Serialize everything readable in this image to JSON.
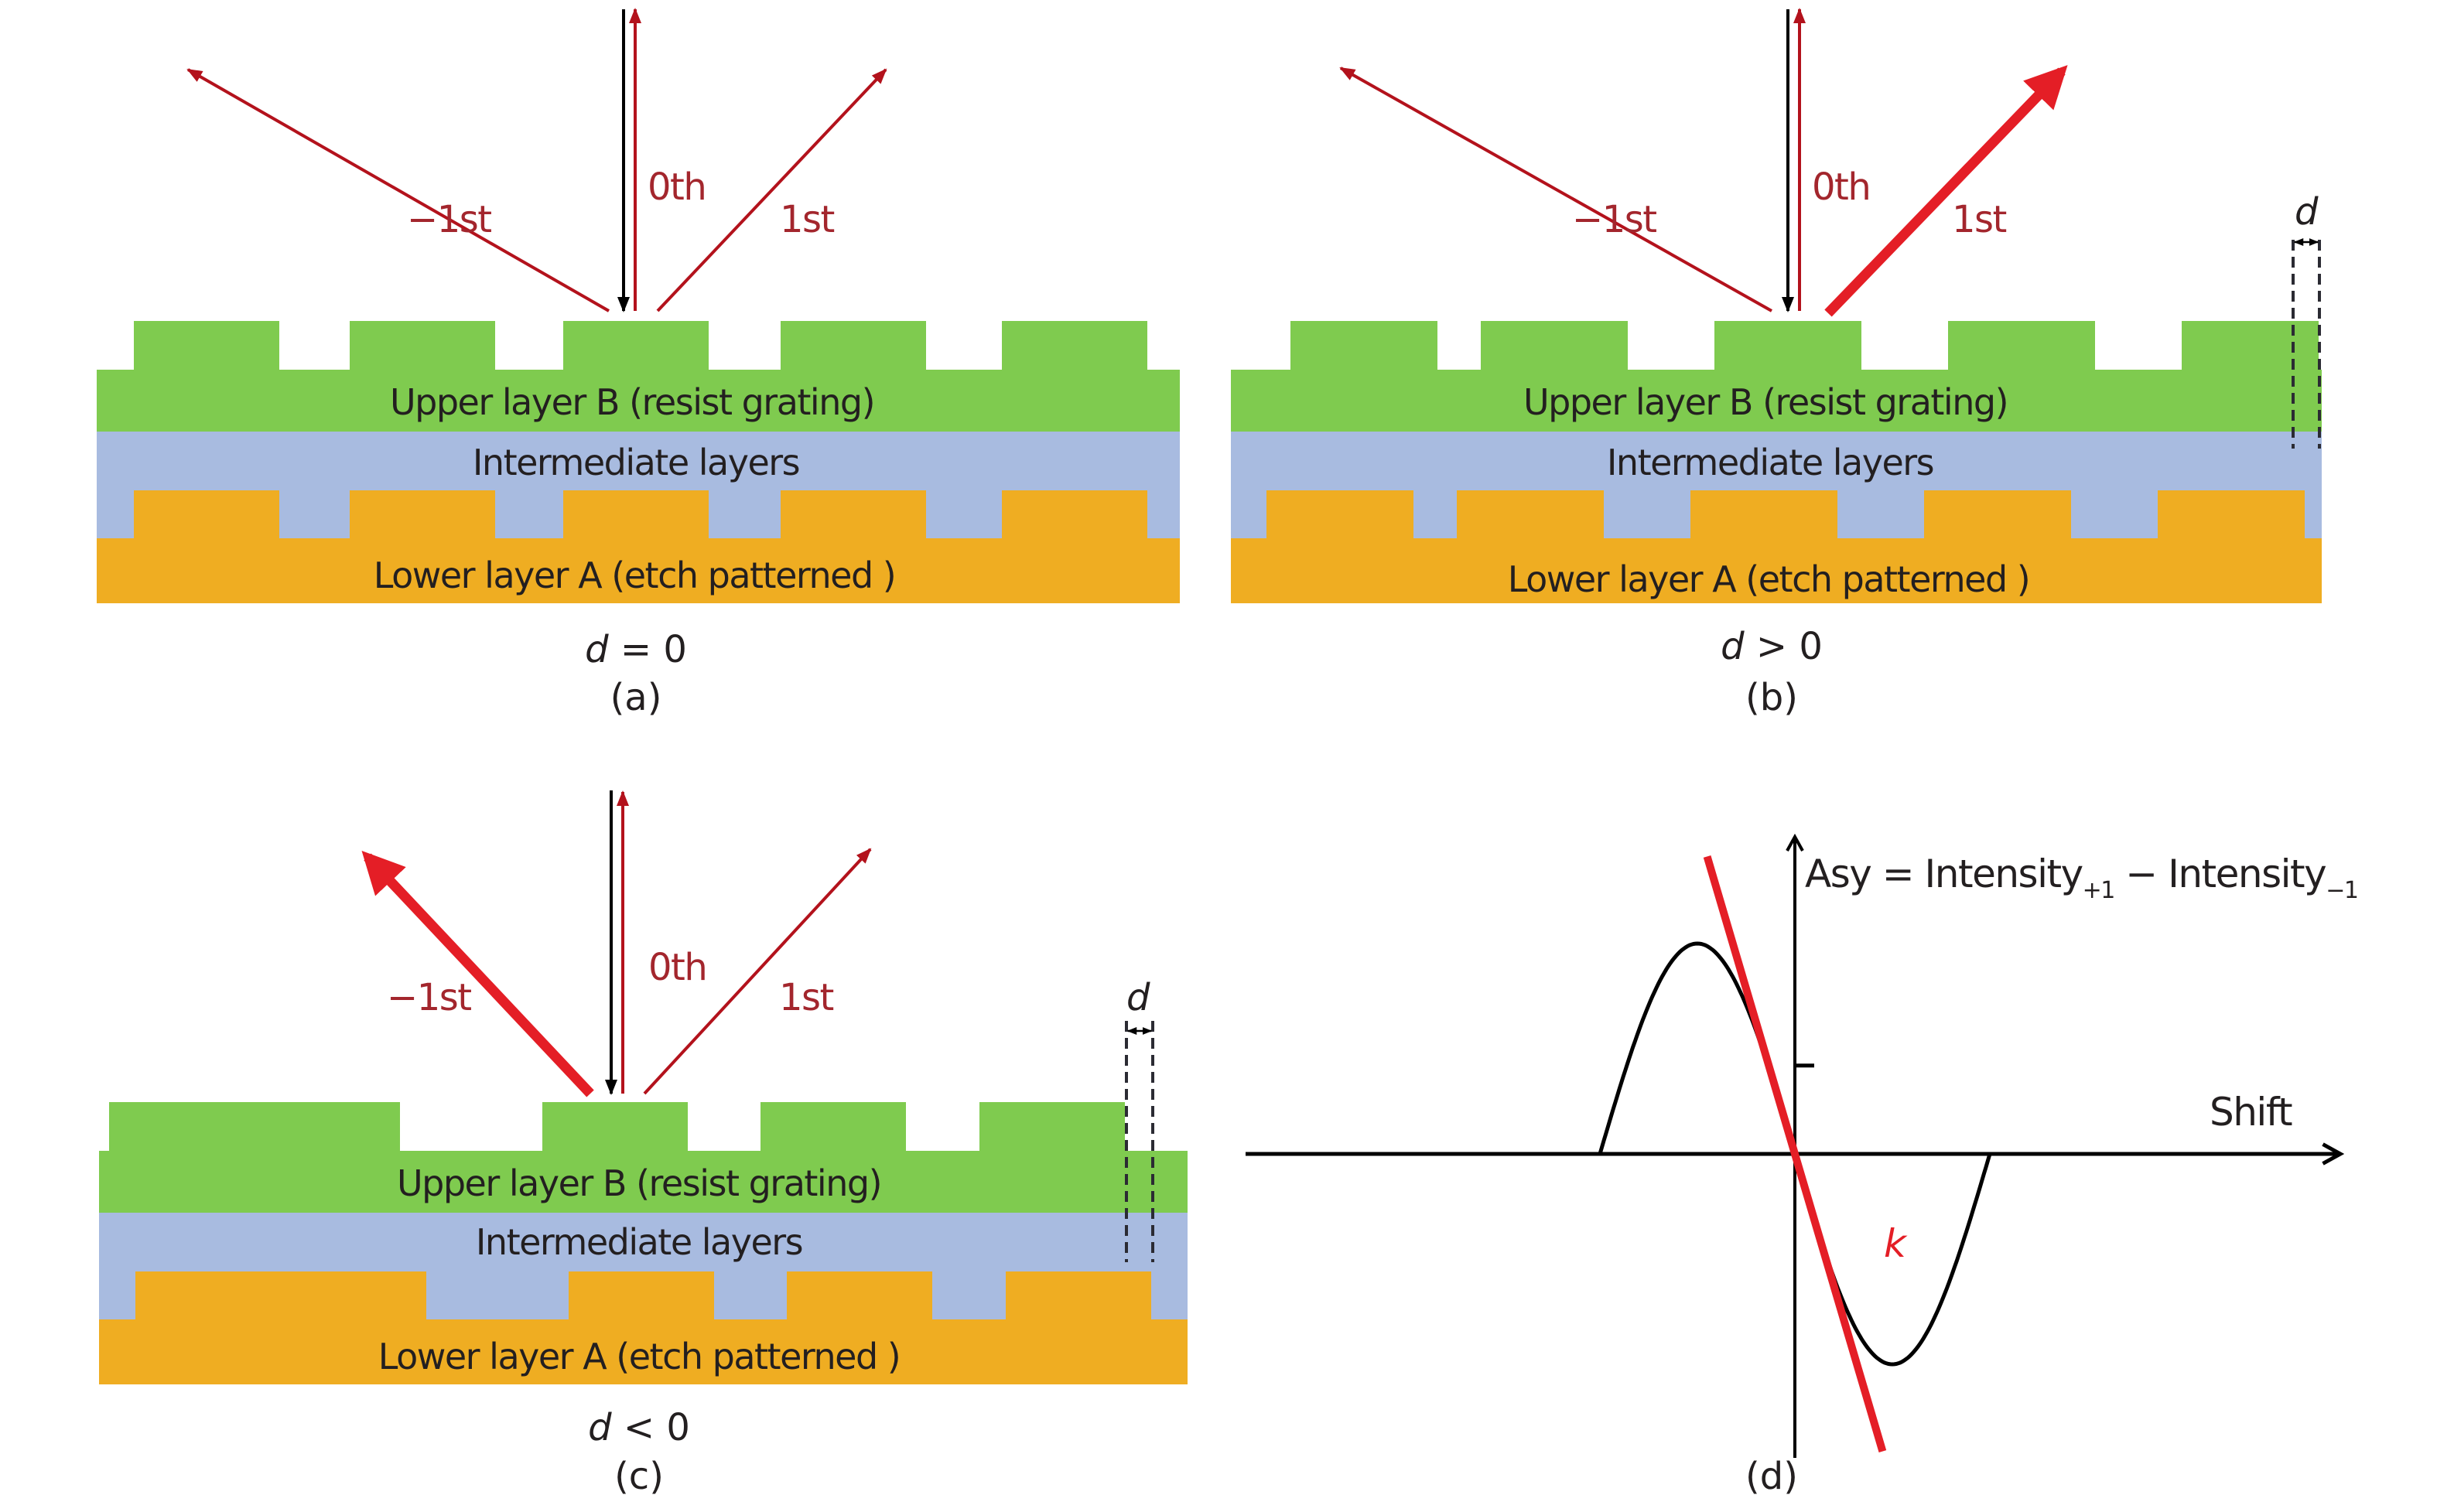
{
  "colors": {
    "upper_layer": "#7fcb4f",
    "intermediate_layer": "#a8bbe0",
    "lower_layer": "#efad22",
    "diffraction_red": "#b3121c",
    "strong_red": "#e41e26",
    "label_red": "#a3262d",
    "text": "#231f20"
  },
  "layers": {
    "upper": "Upper layer B (resist grating)",
    "intermediate": "Intermediate layers",
    "lower": "Lower layer A (etch patterned )"
  },
  "orders": {
    "zero": "0th",
    "minus_one": "−1st",
    "plus_one": "1st"
  },
  "panels": [
    {
      "id": "a",
      "caption": "(a)",
      "condition_var": "d",
      "condition_rel": " = 0",
      "strong_order": "none",
      "shows_d_marker": false
    },
    {
      "id": "b",
      "caption": "(b)",
      "condition_var": "d",
      "condition_rel": " > 0",
      "strong_order": "+1",
      "shows_d_marker": true,
      "d_label": "d"
    },
    {
      "id": "c",
      "caption": "(c)",
      "condition_var": "d",
      "condition_rel": " < 0",
      "strong_order": "-1",
      "shows_d_marker": true,
      "d_label": "d"
    },
    {
      "id": "d",
      "caption": "(d)"
    }
  ],
  "plot": {
    "y_label_main": "Asy = Intensity",
    "y_label_sub1": "+1",
    "y_label_mid": " − Intensity",
    "y_label_sub2": "−1",
    "x_label": "Shift",
    "slope_label": "k"
  },
  "chart_data": {
    "type": "line",
    "title": "",
    "xlabel": "Shift",
    "ylabel": "Asy = Intensity+1 − Intensity−1",
    "description": "One period of an inverted sine-like asymmetry curve vs. shift, zero-crossing at origin with negative slope k; flat (zero) outside one period",
    "xlim": [
      -1.4,
      1.4
    ],
    "ylim": [
      -1.5,
      1.2
    ],
    "series": [
      {
        "name": "Asy",
        "x": [
          -1.0,
          -0.5,
          0.0,
          0.5,
          1.0
        ],
        "y": [
          0,
          1,
          0,
          -1,
          0
        ],
        "shape": "sine",
        "flat_outside": true
      }
    ],
    "tangent": {
      "label": "k",
      "through": [
        0,
        0
      ],
      "x_range": [
        -0.45,
        0.45
      ],
      "color": "#e41e26"
    },
    "y_tick": [
      0.42
    ],
    "grid": false,
    "legend": "none"
  }
}
